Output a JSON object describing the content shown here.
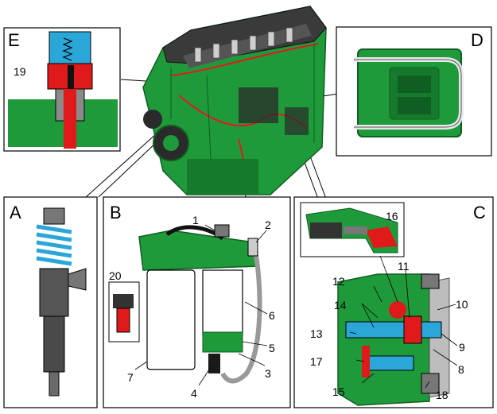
{
  "panels": {
    "A": {
      "letter": "A"
    },
    "B": {
      "letter": "B",
      "callouts": [
        "1",
        "2",
        "3",
        "4",
        "5",
        "6",
        "7",
        "20"
      ]
    },
    "C": {
      "letter": "C",
      "callouts": [
        "8",
        "9",
        "10",
        "11",
        "12",
        "13",
        "14",
        "15",
        "16",
        "17",
        "18"
      ]
    },
    "D": {
      "letter": "D"
    },
    "E": {
      "letter": "E",
      "callouts": [
        "19"
      ]
    }
  },
  "colors": {
    "engine_green": "#1f9a3a",
    "engine_dark": "#0f5e22",
    "hose_red": "#e01a1a",
    "part_blue": "#2aa6d9",
    "metal_gray": "#9a9a9a",
    "head_dark": "#3a3a3a"
  }
}
